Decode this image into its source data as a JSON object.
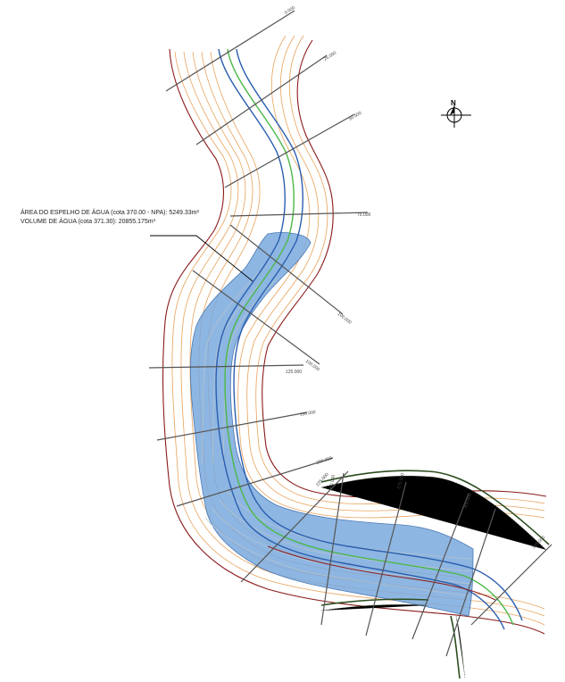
{
  "annotations": {
    "area": "ÁREA DO ESPELHO DE ÁGUA (cota 370.00 - NPA): 5249.33m²",
    "volume": "VOLUME DE ÁGUA (cota 371.30): 20855.175m³"
  },
  "north_arrow": {
    "letter": "N"
  },
  "sections": [
    "0.000",
    "25.000",
    "50.000",
    "75.000",
    "100.000",
    "100.000",
    "125.000",
    "150.000",
    "200.000",
    "225.000",
    "250.000",
    "275.000",
    "300.000",
    "325.000"
  ],
  "colors": {
    "contours": "#e8a25a",
    "boundary": "#8b1a1a",
    "reservoir": "#7aa9dd",
    "channel_green": "#4cb848",
    "channel_blue": "#2a5fb0",
    "section_lines": "#555555",
    "hatch": "#2b4d1e"
  }
}
